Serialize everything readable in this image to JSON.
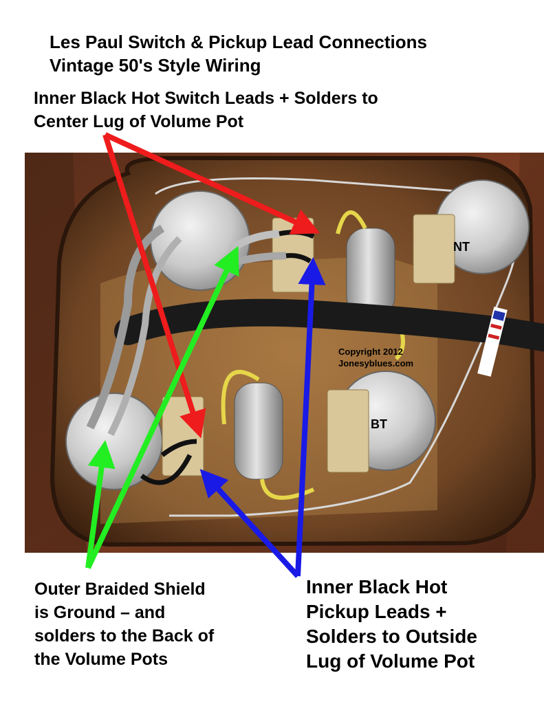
{
  "heading": {
    "line1": "Les Paul Switch & Pickup Lead Connections",
    "line2": "Vintage 50's Style Wiring"
  },
  "labels": {
    "switch_leads": {
      "line1": "Inner Black Hot  Switch Leads + Solders to",
      "line2": "Center Lug of Volume Pot"
    },
    "braided_shield": {
      "line1": "Outer Braided Shield",
      "line2": "is Ground – and",
      "line3": "solders to the Back of",
      "line4": "the Volume Pots"
    },
    "pickup_leads": {
      "line1": "Inner Black Hot",
      "line2": "Pickup Leads +",
      "line3": "Solders to Outside",
      "line4": "Lug of Volume Pot"
    }
  },
  "photo": {
    "copyright_line1": "Copyright 2012",
    "copyright_line2": "Jonesyblues.com",
    "pot_labels": {
      "neck_tone": "NT",
      "bridge_tone": "BT"
    }
  },
  "arrow_colors": {
    "red": "#ee1c1c",
    "green": "#22ee22",
    "blue": "#1a1ae6"
  }
}
